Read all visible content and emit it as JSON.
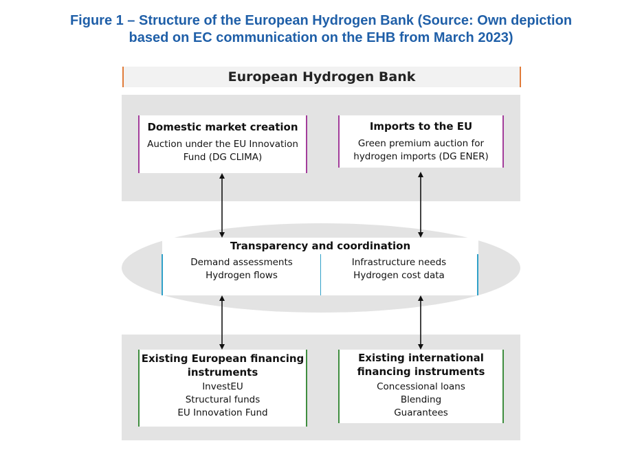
{
  "caption": {
    "line1": "Figure 1 – Structure of the European Hydrogen Bank (Source: Own depiction",
    "line2": "based on EC communication on the EHB from March 2023)"
  },
  "bank_title": "European Hydrogen Bank",
  "domestic": {
    "title": "Domestic market creation",
    "line1": "Auction under the EU Innovation",
    "line2": "Fund  (DG CLIMA)"
  },
  "imports": {
    "title": "Imports to the EU",
    "line1": "Green  premium auction for",
    "line2": "hydrogen imports (DG ENER)"
  },
  "transparency": {
    "title": "Transparency and coordination",
    "left": [
      "Demand assessments",
      "Hydrogen flows"
    ],
    "right": [
      "Infrastructure needs",
      "Hydrogen cost data"
    ]
  },
  "european_financing": {
    "title1": "Existing European financing",
    "title2": "instruments",
    "items": [
      "InvestEU",
      "Structural funds",
      "EU Innovation Fund"
    ]
  },
  "international_financing": {
    "title1": "Existing international",
    "title2": "financing instruments",
    "items": [
      "Concessional loans",
      "Blending",
      "Guarantees"
    ]
  },
  "colors": {
    "caption": "#1f5fa8",
    "bank_border": "#e07b39",
    "purple": "#a23c9a",
    "green": "#3e8d3e",
    "blue": "#2fa0c8",
    "panel": "#e3e3e3"
  }
}
